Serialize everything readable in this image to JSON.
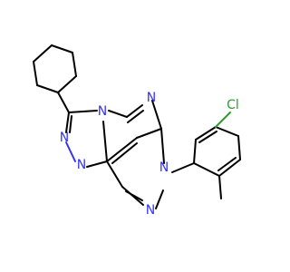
{
  "colors": {
    "carbon_bond": "#000000",
    "nitrogen": "#3333ff",
    "chlorine": "#2a9d2a",
    "background": "#ffffff"
  },
  "atoms": {
    "n_triazole_top": "N",
    "n_triazole_left_1": "N",
    "n_triazole_left_2": "N",
    "n_pyrimidine_right": "N",
    "n_pyrazole_n1": "N",
    "n_pyrazole_n2": "N",
    "cl_substituent": "Cl"
  }
}
